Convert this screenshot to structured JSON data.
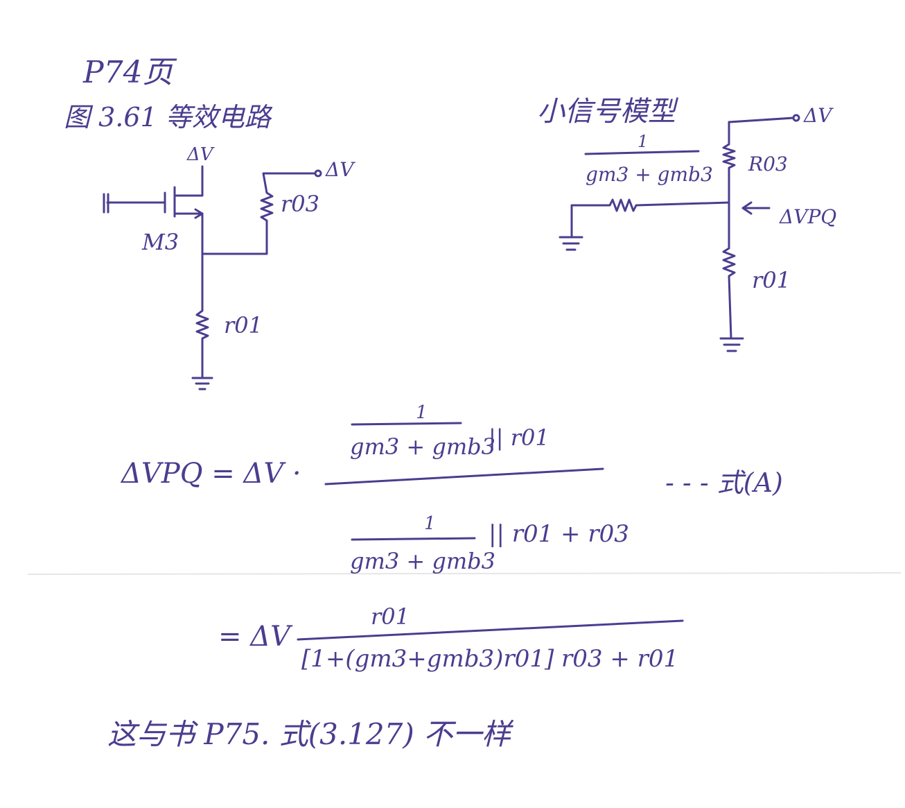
{
  "header": {
    "page_ref": "P74页",
    "figure_caption": "图 3.61 等效电路",
    "model_title": "小信号模型"
  },
  "left_circuit": {
    "supply_label": "ΔV",
    "output_label": "ΔV",
    "gate_symbol": "||",
    "transistor_label": "M3",
    "r_top_label": "r03",
    "r_bottom_label": "r01"
  },
  "right_circuit": {
    "supply_label": "ΔV",
    "r_top_label": "R03",
    "frac_num": "1",
    "frac_den": "gm3 + gmb3",
    "node_label": "ΔVPQ",
    "r_bottom_label": "r01"
  },
  "equation_a": {
    "lhs": "ΔVPQ = ΔV ·",
    "num_frac_num": "1",
    "num_frac_den": "gm3 + gmb3",
    "num_tail": "|| r01",
    "den_frac_num": "1",
    "den_frac_den": "gm3 + gmb3",
    "den_tail": "|| r01 + r03",
    "tag": "- - -  式(A)"
  },
  "equation_b": {
    "lhs": "= ΔV",
    "numerator": "r01",
    "denominator": "[1+(gm3+gmb3)r01] r03 +  r01"
  },
  "footnote": "这与书 P75. 式(3.127) 不一样",
  "colors": {
    "ink": "#4b3d8f"
  }
}
